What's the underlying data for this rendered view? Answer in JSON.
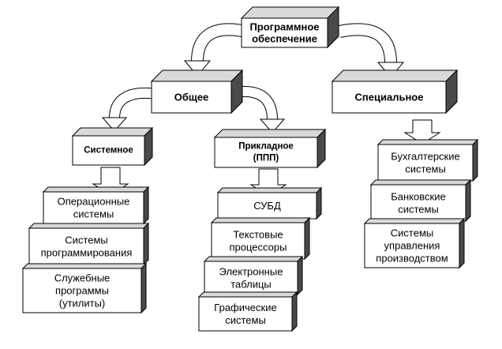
{
  "diagram": {
    "root": {
      "lines": [
        "Программное",
        "обеспечение"
      ]
    },
    "general": {
      "lines": [
        "Общее"
      ]
    },
    "special": {
      "lines": [
        "Специальное"
      ]
    },
    "system": {
      "lines": [
        "Системное"
      ]
    },
    "applied": {
      "lines": [
        "Прикладное",
        "(ППП)"
      ]
    },
    "system_items": [
      {
        "lines": [
          "Операционные",
          "системы"
        ]
      },
      {
        "lines": [
          "Системы",
          "программирования"
        ]
      },
      {
        "lines": [
          "Служебные",
          "программы",
          "(утилиты)"
        ]
      }
    ],
    "applied_items": [
      {
        "lines": [
          "СУБД"
        ]
      },
      {
        "lines": [
          "Текстовые",
          "процессоры"
        ]
      },
      {
        "lines": [
          "Электронные",
          "таблицы"
        ]
      },
      {
        "lines": [
          "Графические",
          "системы"
        ]
      }
    ],
    "special_items": [
      {
        "lines": [
          "Бухгалтерские",
          "системы"
        ]
      },
      {
        "lines": [
          "Банковские",
          "системы"
        ]
      },
      {
        "lines": [
          "Системы",
          "управления",
          "производством"
        ]
      }
    ],
    "colors": {
      "front": "#ffffff",
      "top": "#d9d9d9",
      "side": "#4a4a4a",
      "stroke": "#000000"
    }
  }
}
